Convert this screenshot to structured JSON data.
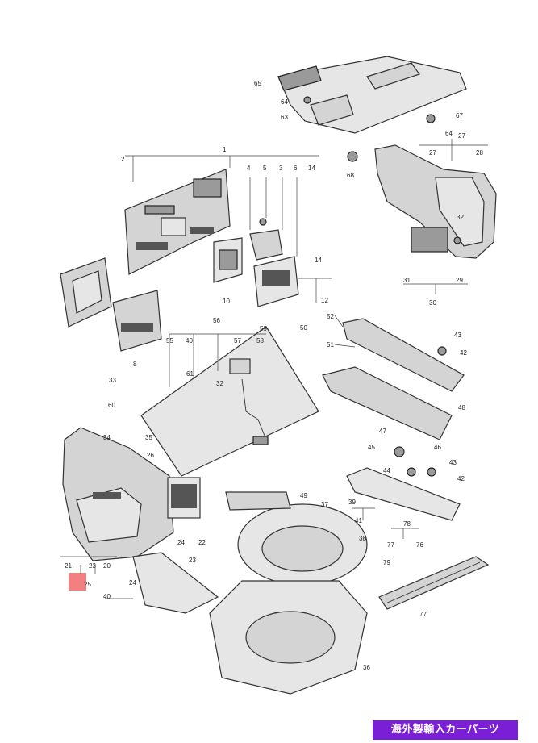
{
  "watermark": "海外製輸入カーパーツ",
  "colors": {
    "highlight": "#f06a6a",
    "watermark_bg": "#7a1fd6",
    "part": "#d4d4d4"
  },
  "labels": {
    "l65": "65",
    "l64a": "64",
    "l63": "63",
    "l67": "67",
    "l64b": "64",
    "l68": "68",
    "l27a": "27",
    "l27b": "27",
    "l28": "28",
    "l32a": "32",
    "l31": "31",
    "l29": "29",
    "l30": "30",
    "l1": "1",
    "l2": "2",
    "l4": "4",
    "l5": "5",
    "l3": "3",
    "l6": "6",
    "l14a": "14",
    "l10": "10",
    "l14b": "14",
    "l12": "12",
    "l50": "50",
    "l52": "52",
    "l51": "51",
    "l43a": "43",
    "l42a": "42",
    "l48": "48",
    "l47a": "47",
    "l45": "45",
    "l46": "46",
    "l44": "44",
    "l43b": "43",
    "l42b": "42",
    "l55": "55",
    "l58": "58",
    "l40a": "40",
    "l57": "57",
    "l56": "56",
    "l61": "61",
    "l33": "33",
    "l60": "60",
    "l34": "34",
    "l35": "35",
    "l36": "36",
    "l26": "26",
    "l49": "49",
    "l37": "37",
    "l41": "41",
    "l39": "39",
    "l38": "38",
    "l22": "22",
    "l23a": "23",
    "l24a": "24",
    "l21": "21",
    "l23b": "23",
    "l20": "20",
    "l25": "25",
    "l24b": "24",
    "l40b": "40",
    "l78": "78",
    "l77a": "77",
    "l76": "76",
    "l79": "79",
    "l77b": "77",
    "l59": "59",
    "l8": "8",
    "l32b": "32"
  }
}
